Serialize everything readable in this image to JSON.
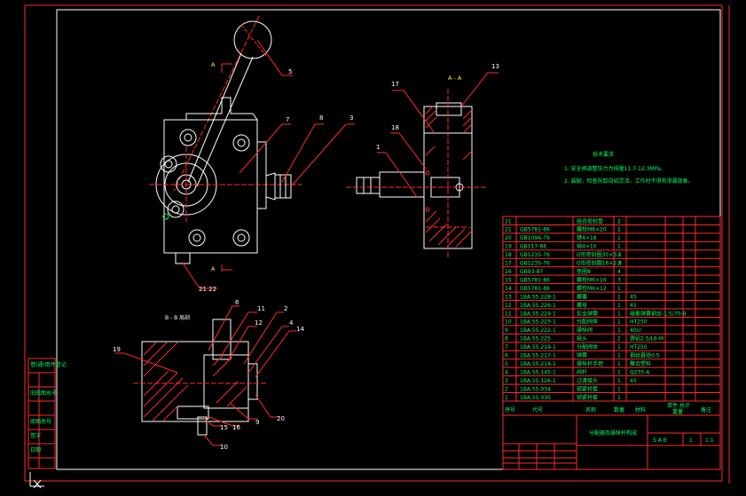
{
  "view_titles": {
    "section_a_top": "A",
    "section_a_bottom": "A",
    "section_aa": "A - A",
    "section_bb": "B - B 局剖"
  },
  "tech_req": {
    "title": "技术要求",
    "line1": "1. 安全阀调整压力为排量11.7-12.3MPa。",
    "line2": "2. 装配，检查拆卸自如灵活，工作时不得有渗漏现象。"
  },
  "balloons": {
    "b5": "5",
    "b7": "7",
    "b8": "8",
    "b3": "3",
    "b21_22": "21 22",
    "b13": "13",
    "b17": "17",
    "b18": "18",
    "b1": "1",
    "b6": "6",
    "b11": "11",
    "b12": "12",
    "b2": "2",
    "b4": "4",
    "b14": "14",
    "b19": "19",
    "b9": "9",
    "b20": "20",
    "b15": "15",
    "b16": "16",
    "b10": "10"
  },
  "bom": {
    "rows": [
      {
        "no": "21",
        "code": "",
        "name": "组合密封垫",
        "qty": "2",
        "material": ""
      },
      {
        "no": "21",
        "code": "GB5781-86",
        "name": "螺栓M8×20",
        "qty": "2",
        "material": ""
      },
      {
        "no": "20",
        "code": "GB1096-79",
        "name": "键4×18",
        "qty": "1",
        "material": ""
      },
      {
        "no": "19",
        "code": "GB117-86",
        "name": "销4×10",
        "qty": "1",
        "material": ""
      },
      {
        "no": "18",
        "code": "GB1235-76",
        "name": "O形密封圈35×3.1",
        "qty": "1",
        "material": ""
      },
      {
        "no": "17",
        "code": "GB1235-76",
        "name": "O形密封圈16×2.4",
        "qty": "3",
        "material": ""
      },
      {
        "no": "16",
        "code": "GB93-87",
        "name": "垫圈8",
        "qty": "4",
        "material": ""
      },
      {
        "no": "15",
        "code": "GB5781-86",
        "name": "螺栓M6×16",
        "qty": "3",
        "material": ""
      },
      {
        "no": "14",
        "code": "GB5781-86",
        "name": "螺栓M6×12",
        "qty": "1",
        "material": ""
      },
      {
        "no": "13",
        "code": "1BA.55.228-1",
        "name": "螺塞",
        "qty": "1",
        "material": "45"
      },
      {
        "no": "12",
        "code": "1BA.55.226-1",
        "name": "螺母",
        "qty": "1",
        "material": "45"
      },
      {
        "no": "11",
        "code": "1BA.55.224-1",
        "name": "安全弹簧",
        "qty": "1",
        "material": "碳素弹簧钢丝-1.5/70-B"
      },
      {
        "no": "10",
        "code": "1BA.55.223-1",
        "name": "分配阀体",
        "qty": "1",
        "material": "HT250"
      },
      {
        "no": "9",
        "code": "1BA.55.222-1",
        "name": "操纵阀",
        "qty": "1",
        "material": "40cr"
      },
      {
        "no": "8",
        "code": "1BA.55.225",
        "name": "接头",
        "qty": "2",
        "material": "铸铝2.5/L6-M"
      },
      {
        "no": "7",
        "code": "1BA.55.219-1",
        "name": "分配阀体",
        "qty": "1",
        "material": "HT250"
      },
      {
        "no": "6",
        "code": "1BA.55.217-1",
        "name": "弹簧",
        "qty": "1",
        "material": "钢丝直径0.5"
      },
      {
        "no": "5",
        "code": "1BA.55.214-1",
        "name": "操纵杆手把",
        "qty": "1",
        "material": "聚合塑料"
      },
      {
        "no": "4",
        "code": "1BA.55.145-1",
        "name": "阀杆",
        "qty": "1",
        "material": "Q235-A"
      },
      {
        "no": "3",
        "code": "1BA.55.126-1",
        "name": "过渡接头",
        "qty": "1",
        "material": "45"
      },
      {
        "no": "2",
        "code": "1BA.55.034",
        "name": "锁紧衬套",
        "qty": "1",
        "material": ""
      },
      {
        "no": "1",
        "code": "1BA.55.030",
        "name": "锁紧衬套",
        "qty": "1",
        "material": ""
      }
    ],
    "header": {
      "no": "序号",
      "code": "代号",
      "name": "名称",
      "qty": "数量",
      "material": "材料",
      "mass": "单件 总计",
      "weight": "重量",
      "note": "备注"
    }
  },
  "title_block": {
    "title": "分配器及操纵杆构成",
    "stage_label": "S A B",
    "qty": "1",
    "scale": "1:1"
  },
  "left_strip": {
    "items": [
      "借(通)用件登记",
      "旧底图总号",
      "底图总号",
      "签字",
      "日期"
    ]
  },
  "colors": {
    "border": "#ff2a2a",
    "outline": "#ffffff",
    "centerline": "#ff2a2a",
    "leader": "#ff2a2a",
    "hatch": "#ff2a2a",
    "table_text": "#00ff66",
    "balloon_text": "#ffffff",
    "highlight": "#ffff00"
  },
  "icons": {
    "ucs": "ucs-axis-icon"
  }
}
